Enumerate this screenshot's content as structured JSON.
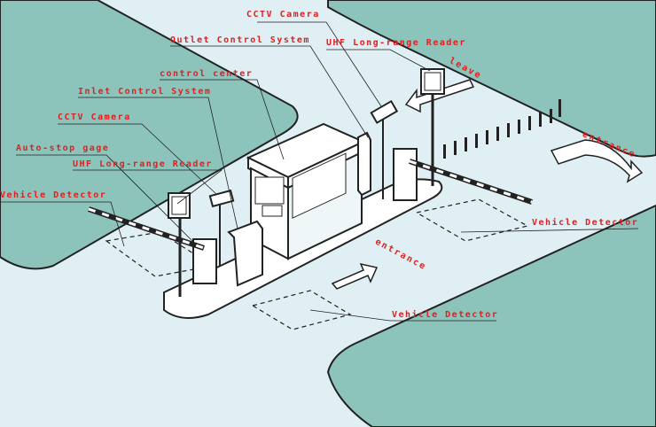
{
  "labels": {
    "cctv_camera_top": "CCTV Camera",
    "outlet_control_system": "Outlet Control System",
    "uhf_reader_top": "UHF Long-range Reader",
    "control_center": "control center",
    "inlet_control_system": "Inlet Control System",
    "cctv_camera_left": "CCTV Camera",
    "auto_stop_gage": "Auto-stop gage",
    "uhf_reader_left": "UHF Long-range Reader",
    "vehicle_detector_left": "Vehicle Detector",
    "vehicle_detector_right": "Vehicle Detector",
    "vehicle_detector_bottom": "Vehicle Detector"
  },
  "road_text": {
    "leave": "leave",
    "entrance_right": "entrance",
    "entrance_center": "entrance"
  },
  "colors": {
    "grass": "#8cc4bc",
    "road": "#dfeff4",
    "label_red": "#e02020",
    "outline": "#222222"
  }
}
